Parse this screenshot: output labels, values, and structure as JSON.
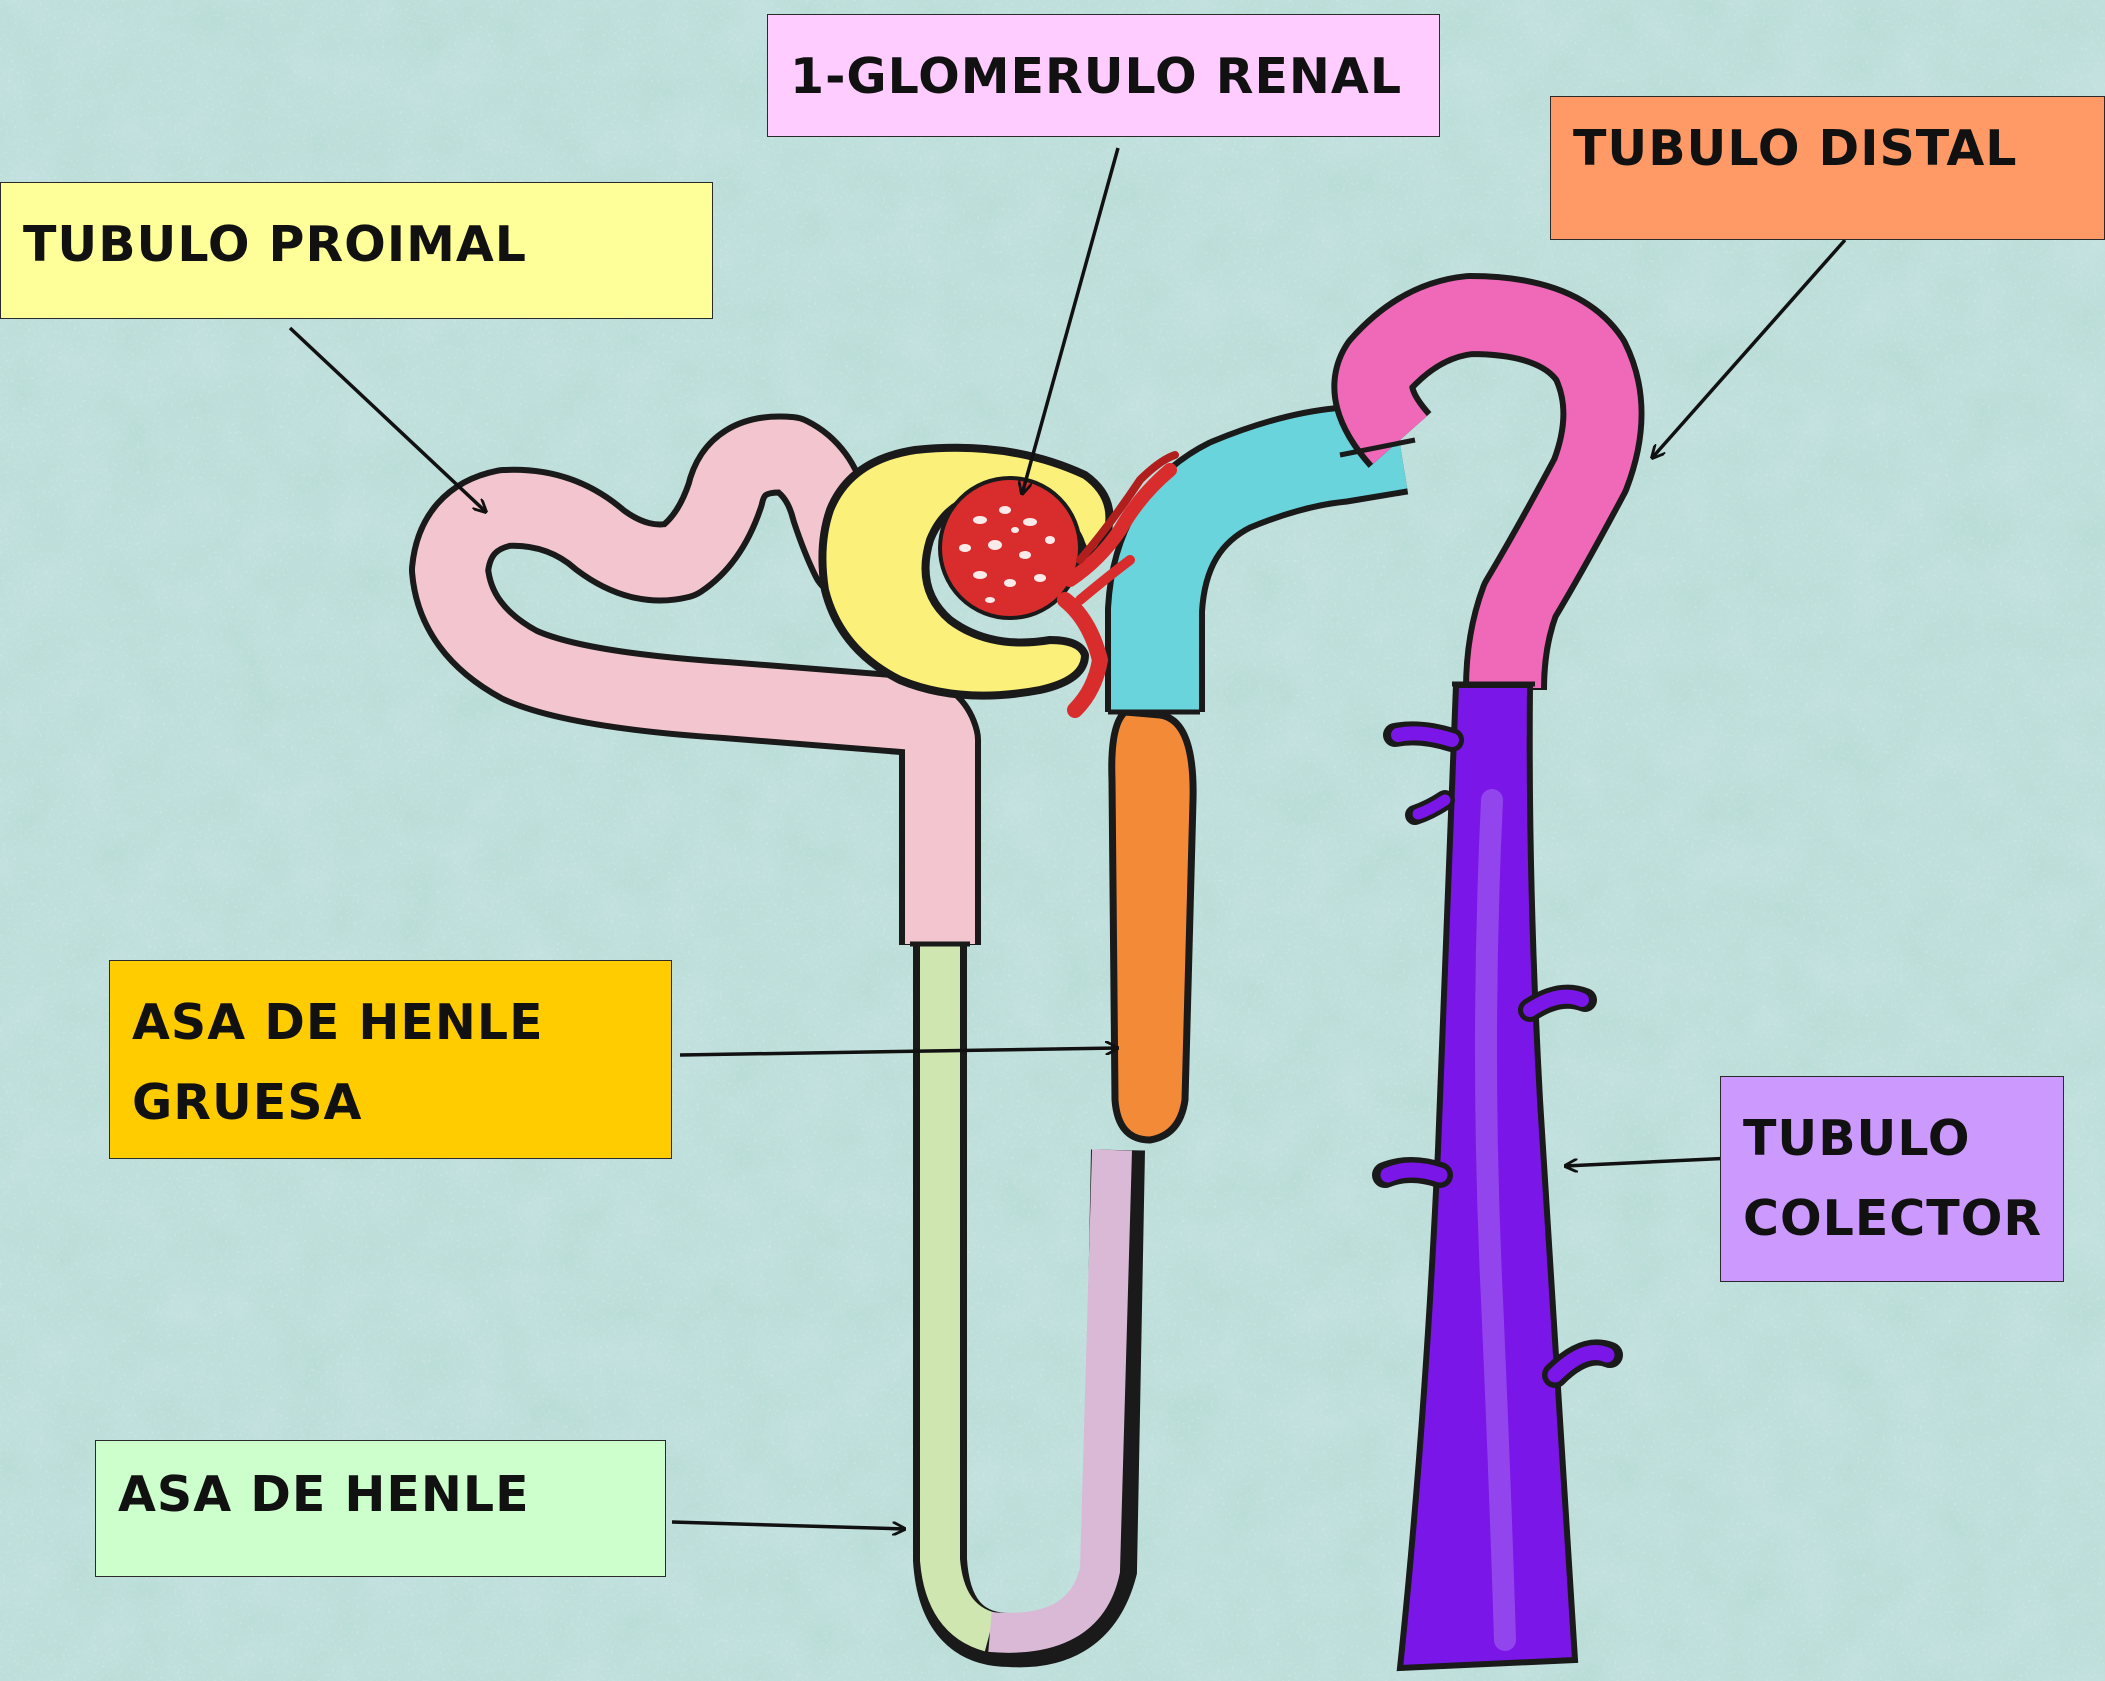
{
  "labels": {
    "glomerulo": "1-GLOMERULO RENAL",
    "distal": "TUBULO DISTAL",
    "proximal": "TUBULO PROIMAL",
    "gruesa_line1": "ASA DE HENLE",
    "gruesa_line2": "GRUESA",
    "colector_line1": "TUBULO",
    "colector_line2": "COLECTOR",
    "henle": "ASA DE HENLE"
  },
  "colors": {
    "background": "#b9dcd6",
    "glomerulo_box": "#ffccff",
    "distal_box": "#ff9966",
    "proximal_box": "#ffff99",
    "gruesa_box": "#ffcc00",
    "colector_box": "#cc99ff",
    "henle_box": "#ccffcc",
    "proximal_tubule": "#f3c6cf",
    "bowman_capsule": "#faf07a",
    "glomerulus": "#d92d2d",
    "ascending_blue": "#6ad4dc",
    "thick_henle": "#f28a38",
    "thin_descending": "#cfe6b0",
    "thin_ascending": "#d9b9d6",
    "distal_tubule": "#f068b8",
    "collecting_duct": "#7a16e8"
  }
}
